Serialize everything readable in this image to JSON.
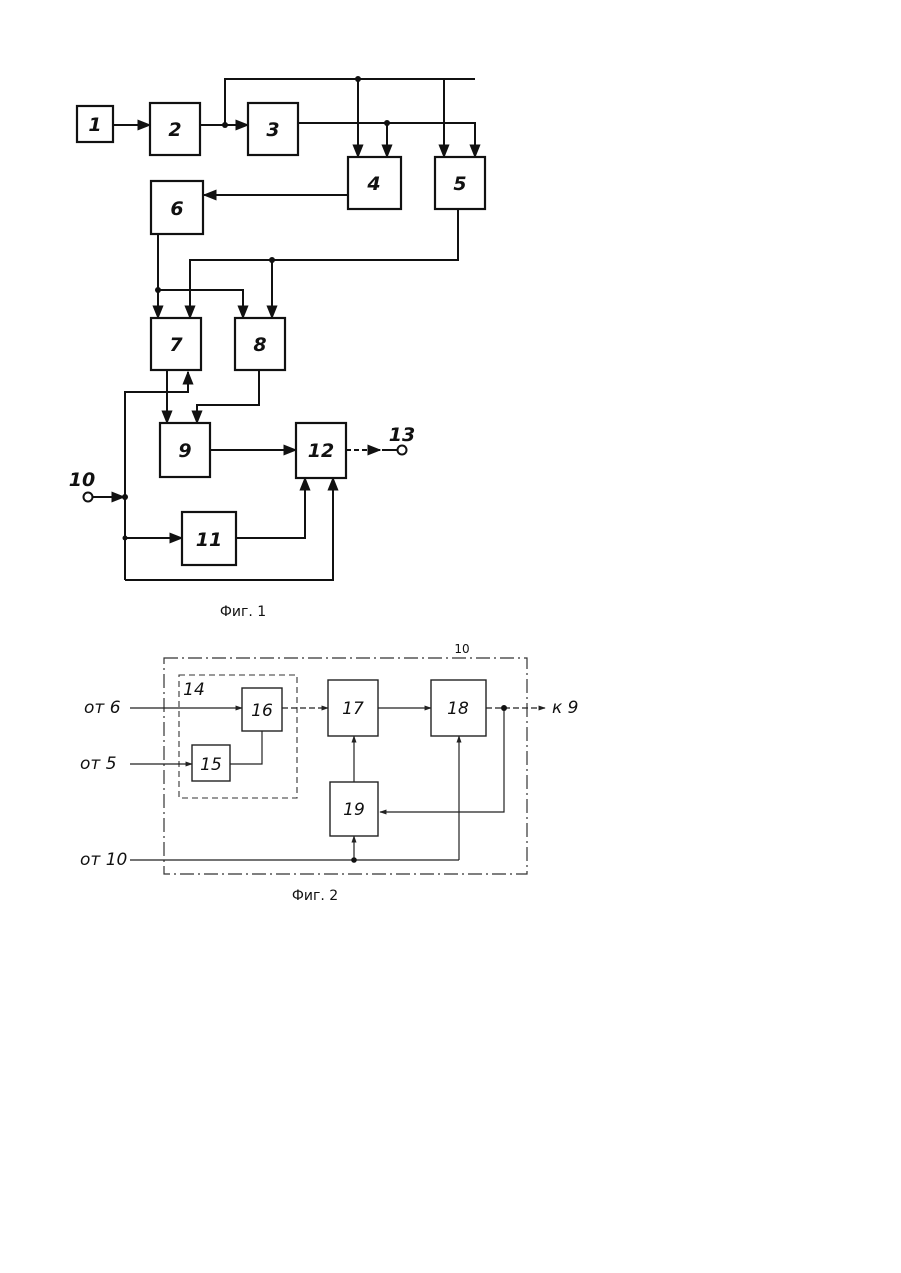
{
  "figure1": {
    "caption": "Фиг. 1",
    "blocks": [
      "1",
      "2",
      "3",
      "4",
      "5",
      "6",
      "7",
      "8",
      "9",
      "11",
      "12"
    ],
    "terminals": {
      "input": "10",
      "output": "13"
    }
  },
  "figure2": {
    "caption": "Фиг. 2",
    "outer_block": "10",
    "inner_block": "14",
    "blocks": [
      "15",
      "16",
      "17",
      "18",
      "19"
    ],
    "inputs": [
      "от 6",
      "от 5",
      "от 10"
    ],
    "output": "к 9"
  }
}
